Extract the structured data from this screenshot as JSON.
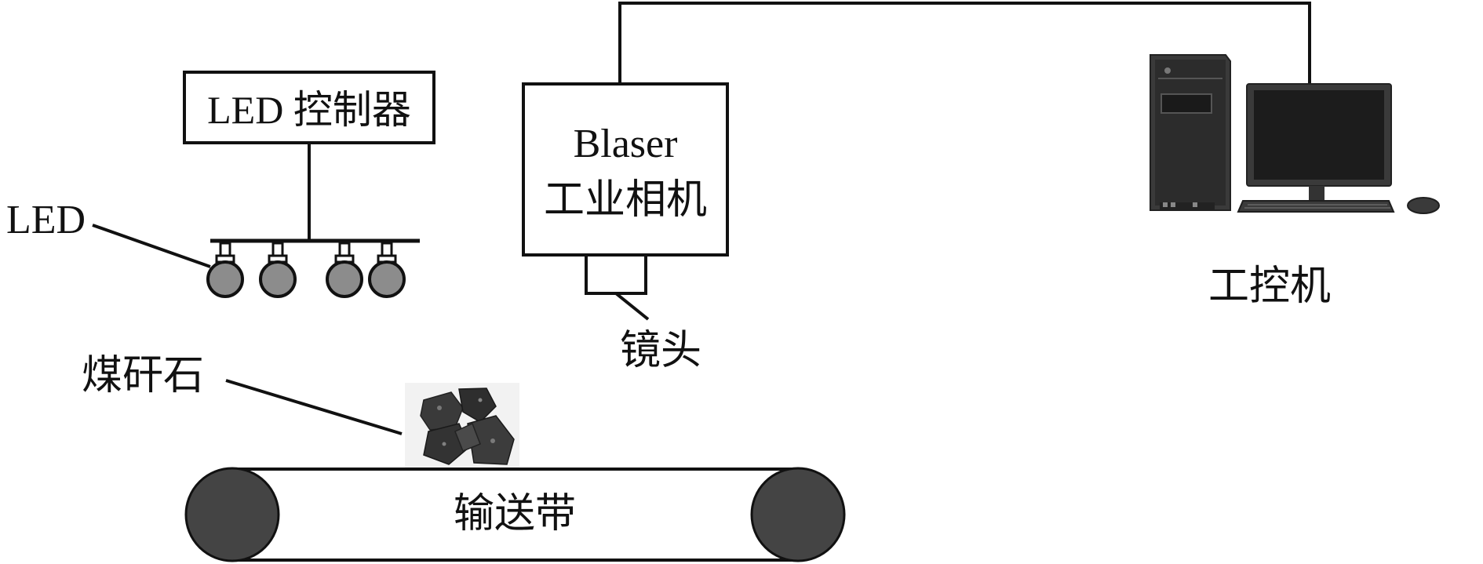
{
  "labels": {
    "led_controller": "LED 控制器",
    "led": "LED",
    "camera_line1": "Blaser",
    "camera_line2": "工业相机",
    "lens": "镜头",
    "ipc": "工控机",
    "gangue": "煤矸石",
    "conveyor": "输送带"
  },
  "colors": {
    "line": "#111111",
    "led_fill": "#8c8c8c",
    "roller_fill": "#444444",
    "pc_body": "#3a3a3a",
    "pc_screen": "#1c1c1c"
  }
}
